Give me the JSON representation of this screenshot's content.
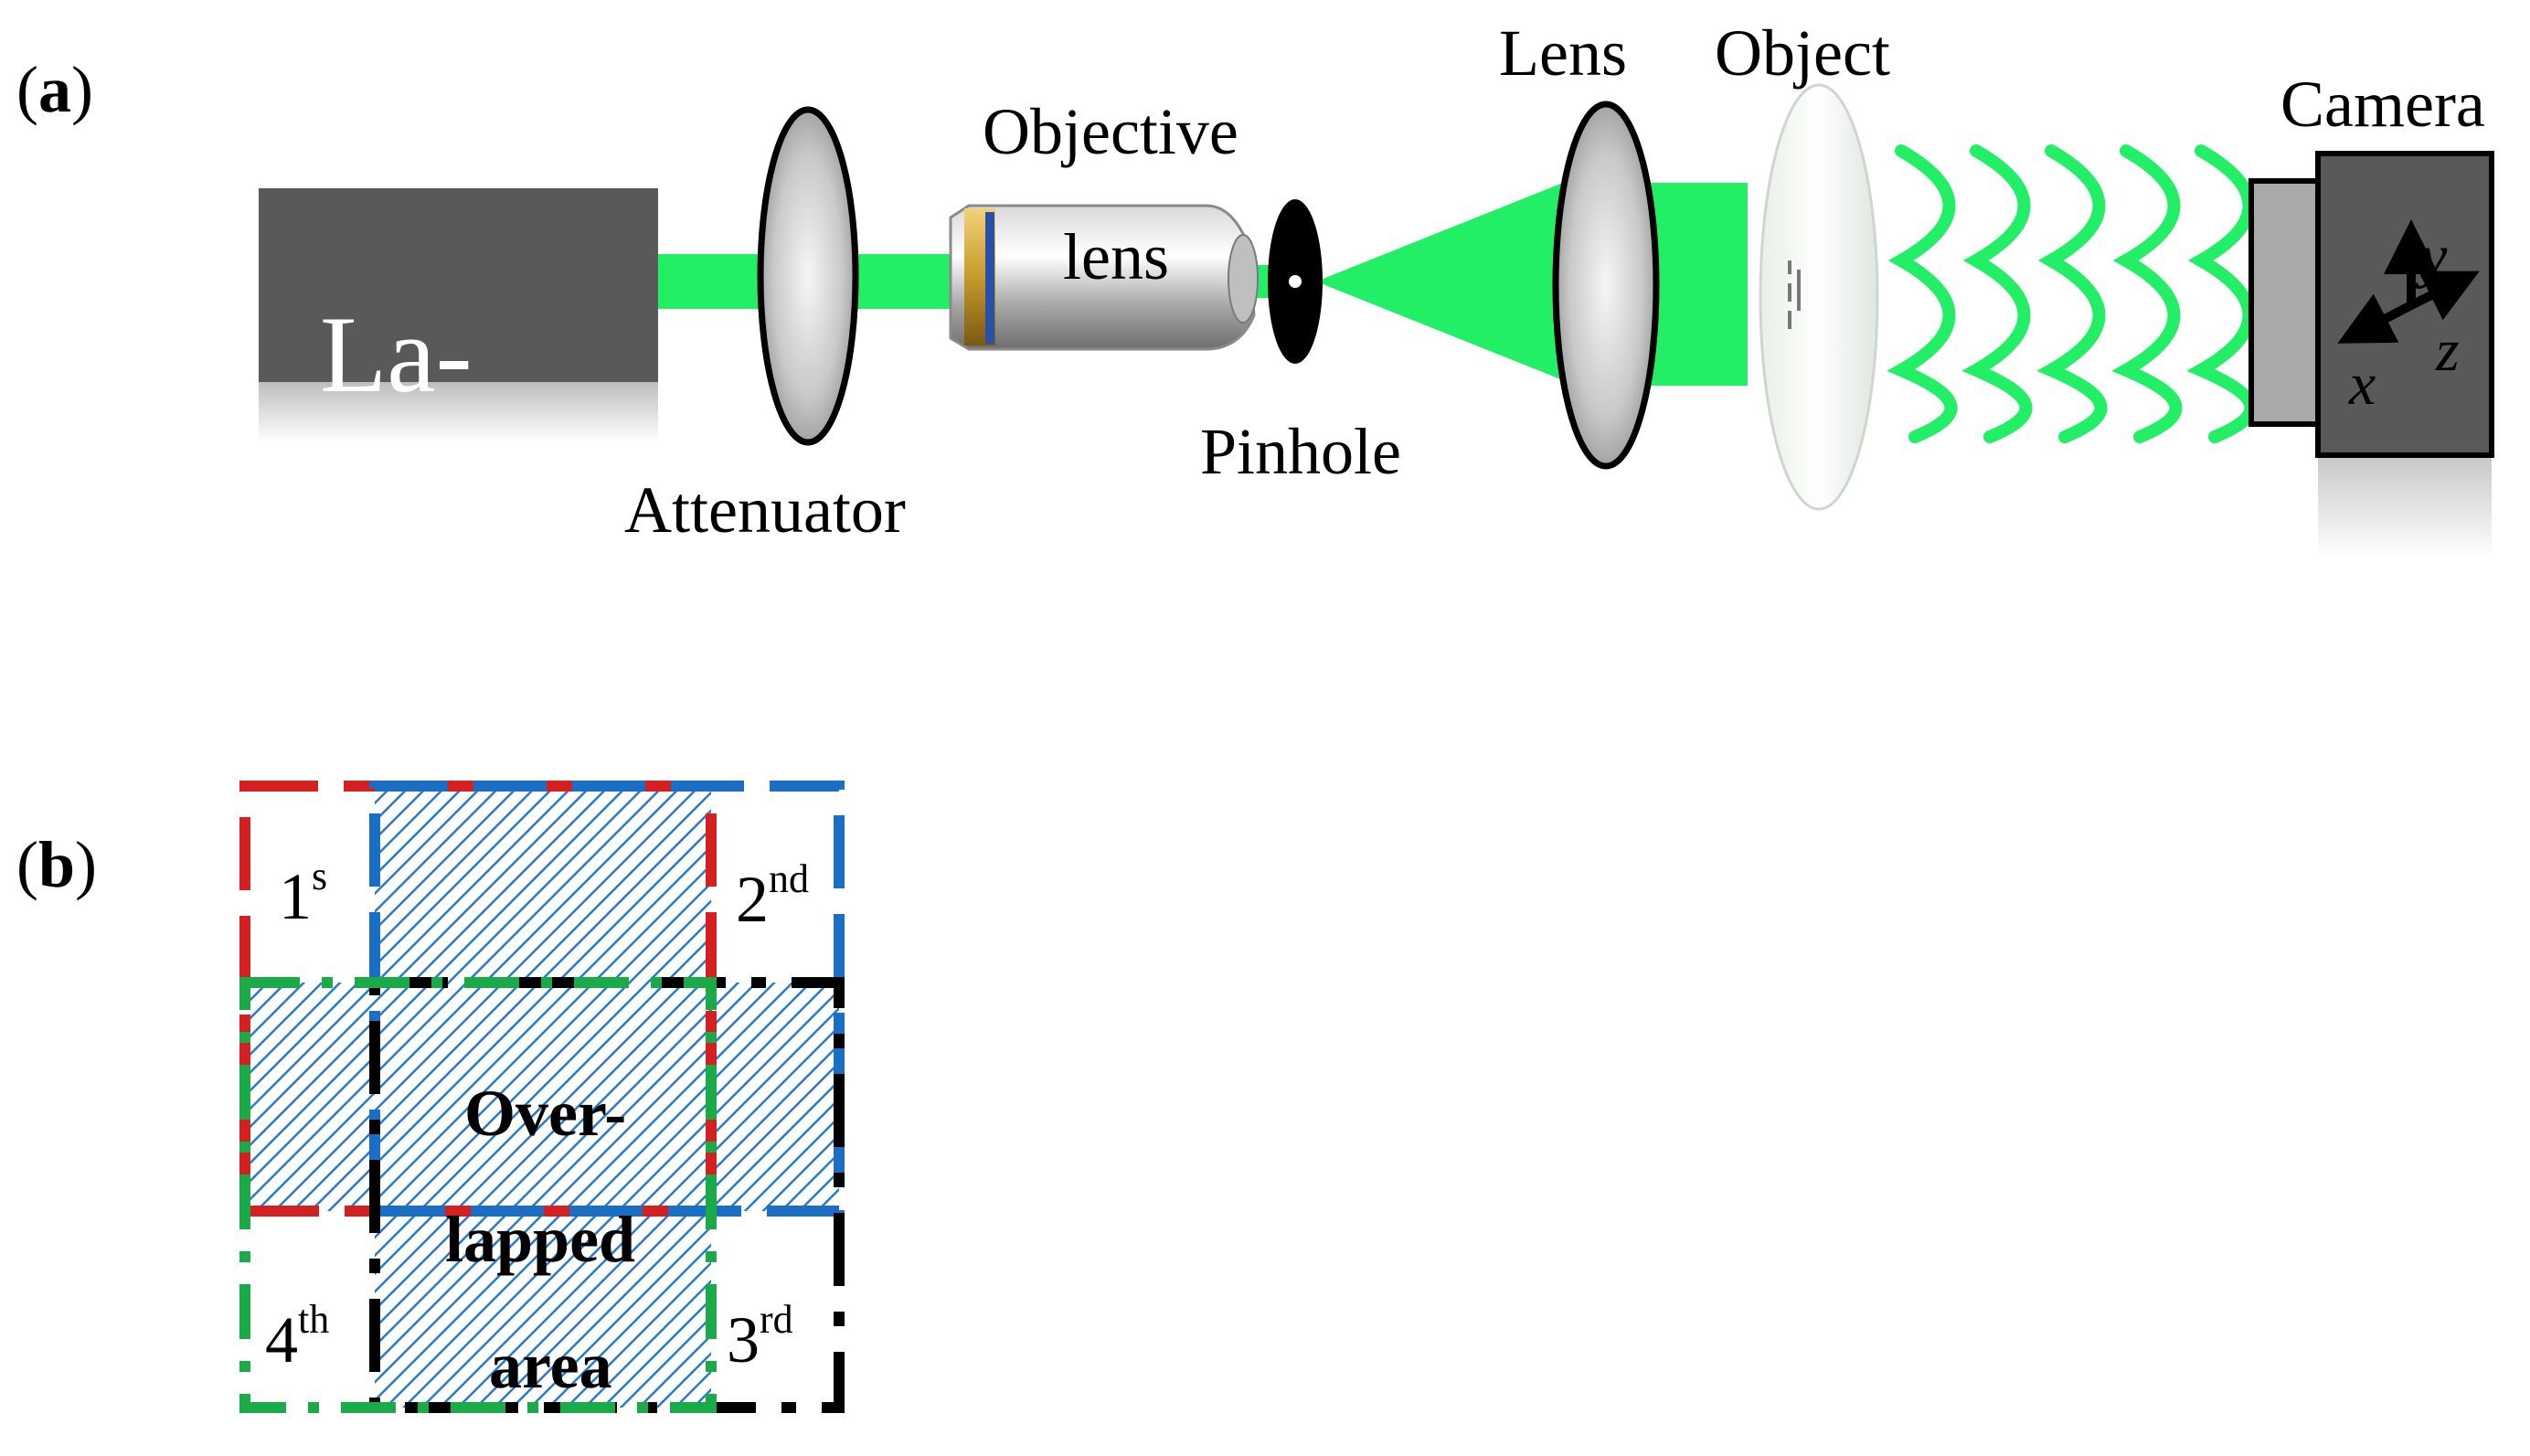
{
  "panel_a": {
    "label_open": "(",
    "label_letter": "a",
    "label_close": ")",
    "laser_text": "La-",
    "attenuator": "Attenuator",
    "objective_line1": "Objective",
    "objective_line2": "lens",
    "pinhole": "Pinhole",
    "lens": "Lens",
    "object": "Object",
    "camera": "Camera",
    "axis_x": "x",
    "axis_y": "y",
    "axis_z": "z"
  },
  "panel_b": {
    "label_open": "(",
    "label_letter": "b",
    "label_close": ")",
    "first_num": "1",
    "first_sup": "s",
    "second_num": "2",
    "second_sup": "nd",
    "third_num": "3",
    "third_sup": "rd",
    "fourth_num": "4",
    "fourth_sup": "th",
    "overlap_line1": "Over-",
    "overlap_line2": "lapped",
    "overlap_line3": "area"
  },
  "colors": {
    "beam": "#22ee66",
    "laser_body": "#595959",
    "red_scan": "#d42020",
    "blue_scan": "#1a6fc4",
    "black_scan": "#000000",
    "green_scan": "#1aab48",
    "hatch": "#2a7ac8"
  },
  "icons": [
    "laser-box",
    "attenuator-disc",
    "objective-lens-barrel",
    "pinhole-disc",
    "collimating-lens",
    "object-slide",
    "wavefront-lines",
    "camera-body",
    "axis-arrows"
  ]
}
